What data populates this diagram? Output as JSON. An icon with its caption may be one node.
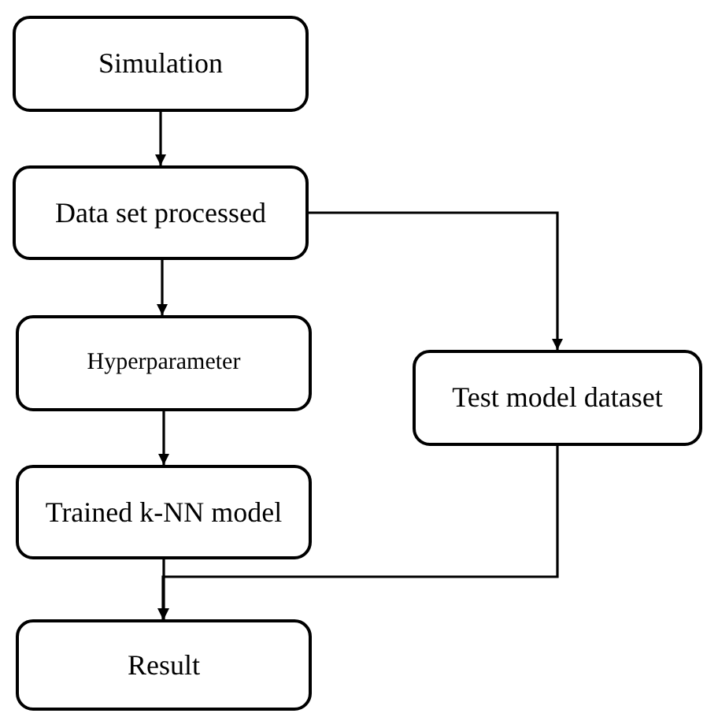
{
  "diagram": {
    "nodes": [
      {
        "text": [
          "Simulation"
        ]
      },
      {
        "text": [
          "Data set processed"
        ]
      },
      {
        "text": [
          "Hyperparameter"
        ]
      },
      {
        "text": [
          "Test model dataset"
        ]
      },
      {
        "text": [
          "Trained k-NN model"
        ]
      },
      {
        "text": [
          "Result"
        ]
      }
    ],
    "edges": [
      {
        "from": 0,
        "to": 1,
        "arrow": "to"
      },
      {
        "from": 1,
        "to": 2,
        "arrow": "to"
      },
      {
        "from": 1,
        "to": 3,
        "arrow": "to"
      },
      {
        "from": 2,
        "to": 4,
        "arrow": "to"
      },
      {
        "from": 4,
        "to": 5,
        "arrow": "to"
      },
      {
        "from": 3,
        "to": 5,
        "arrow": "to"
      }
    ]
  }
}
